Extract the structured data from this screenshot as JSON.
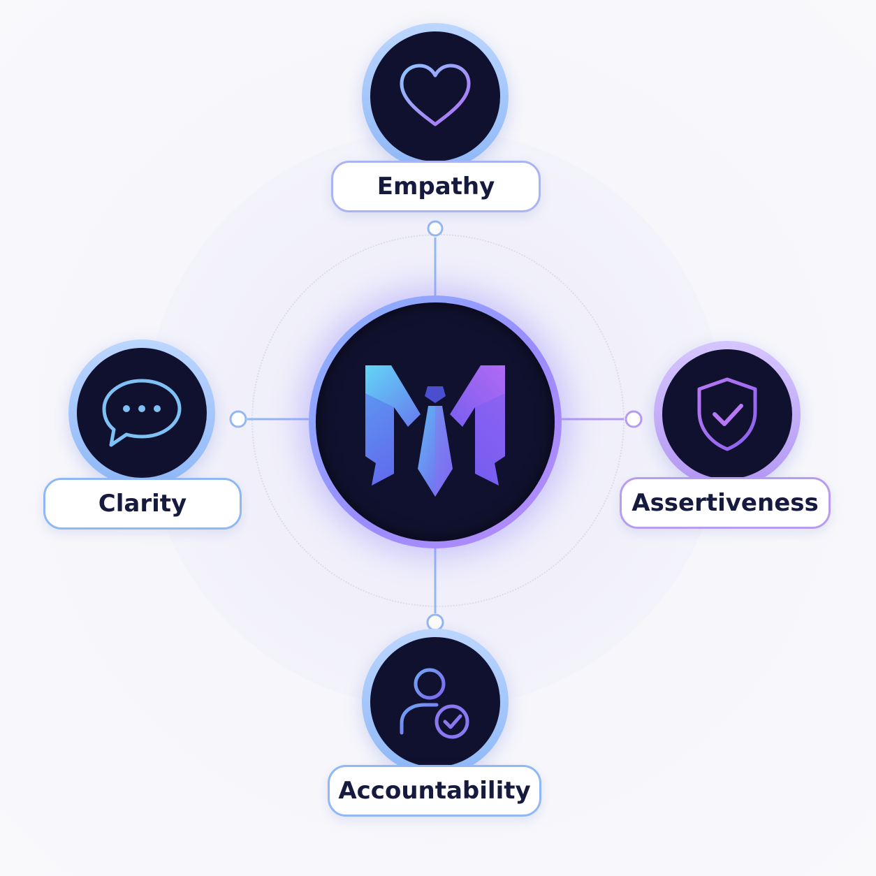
{
  "nodes": {
    "top": {
      "label": "Empathy",
      "icon": "heart-icon"
    },
    "left": {
      "label": "Clarity",
      "icon": "chat-bubble-icon"
    },
    "right": {
      "label": "Assertiveness",
      "icon": "shield-check-icon"
    },
    "bottom": {
      "label": "Accountability",
      "icon": "user-check-icon"
    }
  },
  "hub": {
    "icon": "m-tie-logo-icon"
  },
  "colors": {
    "dark": "#10112e",
    "blue": "#8fb8f5",
    "violet": "#b79df0",
    "text": "#161a3f"
  }
}
